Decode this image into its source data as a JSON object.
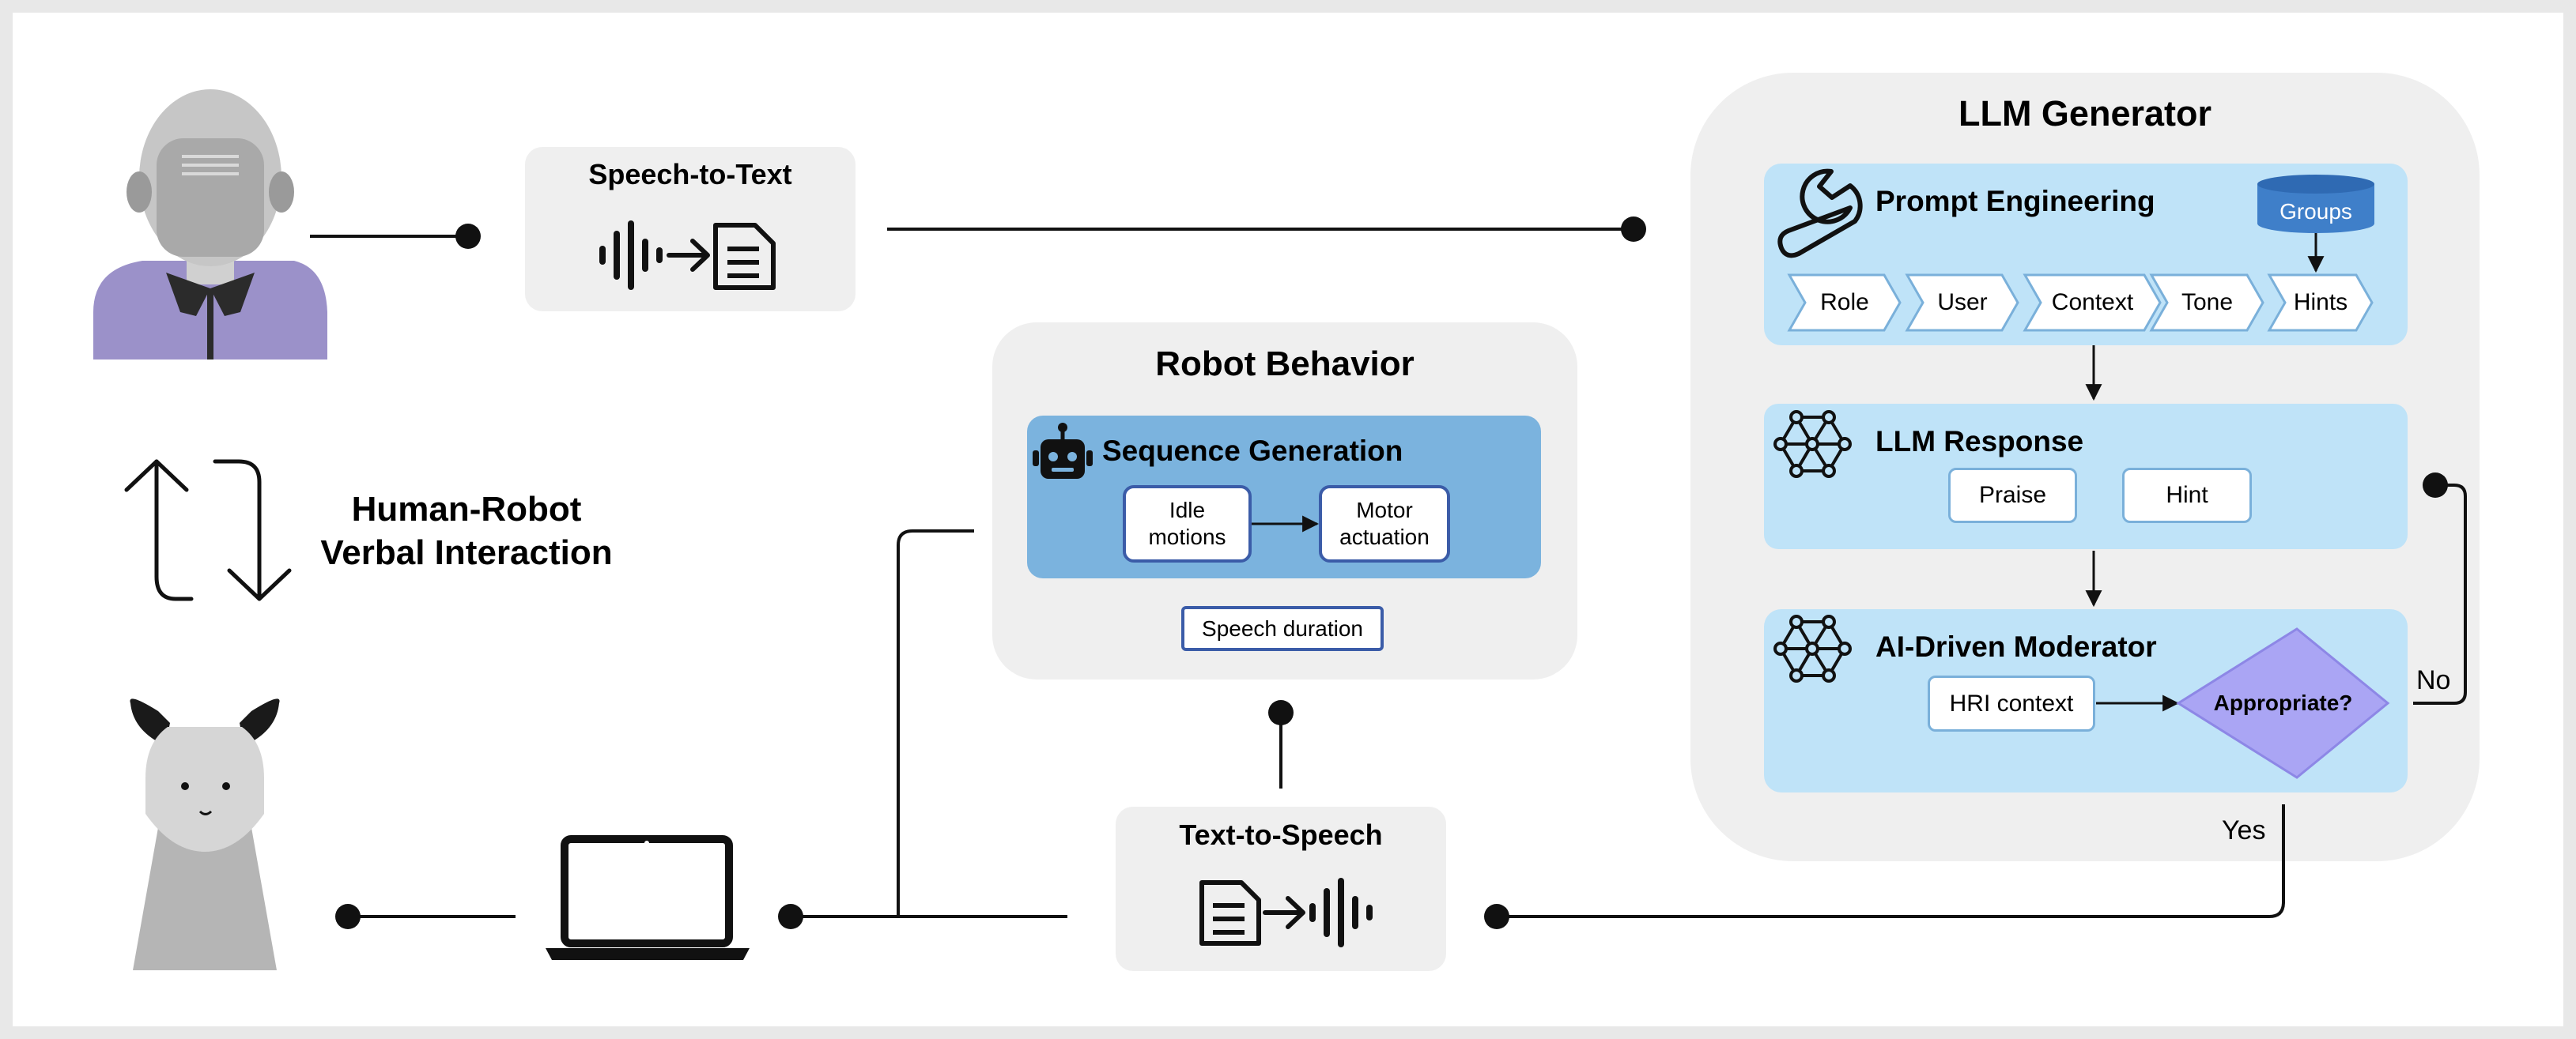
{
  "interaction": {
    "title_line1": "Human-Robot",
    "title_line2": "Verbal Interaction"
  },
  "speech_to_text": {
    "title": "Speech-to-Text"
  },
  "text_to_speech": {
    "title": "Text-to-Speech"
  },
  "robot_behavior": {
    "title": "Robot Behavior",
    "sequence_title": "Sequence Generation",
    "idle_line1": "Idle",
    "idle_line2": "motions",
    "motor_line1": "Motor",
    "motor_line2": "actuation",
    "speech_duration": "Speech duration"
  },
  "llm": {
    "title": "LLM Generator",
    "prompt_title": "Prompt Engineering",
    "groups": "Groups",
    "chevrons": [
      "Role",
      "User",
      "Context",
      "Tone",
      "Hints"
    ],
    "response_title": "LLM Response",
    "praise": "Praise",
    "hint": "Hint",
    "moderator_title": "AI-Driven Moderator",
    "hri_context": "HRI context",
    "appropriate": "Appropriate?",
    "yes": "Yes",
    "no": "No"
  },
  "colors": {
    "panel_gray": "#efefef",
    "light_blue": "#bfe3f8",
    "sequence_blue": "#7bb3de",
    "groups_blue": "#3f7fc9",
    "diamond_purple": "#aaa5f4",
    "person_shirt": "#9b91c9"
  },
  "icons": [
    "person-icon",
    "robot-icon",
    "laptop-icon",
    "wrench-icon",
    "neural-net-icon",
    "bot-icon",
    "audio-wave-icon",
    "document-icon",
    "database-icon",
    "swap-arrows-icon"
  ]
}
